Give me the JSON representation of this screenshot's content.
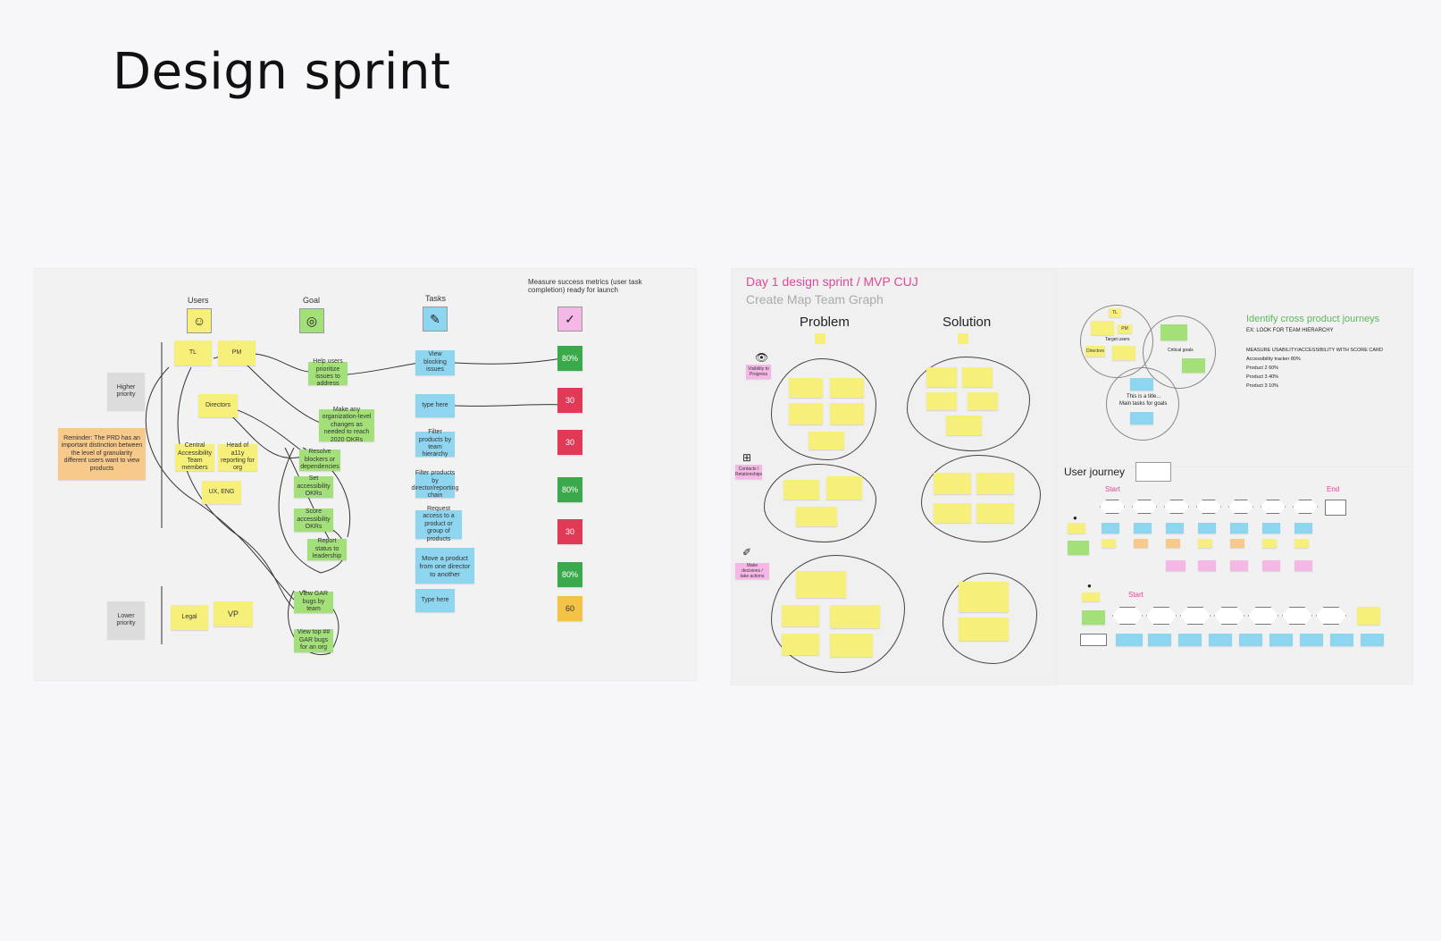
{
  "page": {
    "title": "Design sprint"
  },
  "board1": {
    "col_users": "Users",
    "col_goal": "Goal",
    "col_tasks": "Tasks",
    "col_metrics": "Measure success metrics (user task completion) ready for launch",
    "higher_priority": "Higher priority",
    "lower_priority": "Lower priority",
    "reminder": "Reminder: The PRD has an important distinction between the level of granularity different users want to view products",
    "users": [
      "TL",
      "PM",
      "Directors",
      "Central Accessibility Team members",
      "Head of a11y reporting for org",
      "UX, ENG",
      "Legal",
      "VP"
    ],
    "goals": [
      "Help users prioritize issues to address",
      "Make any organization-level changes as needed to reach 2020 OKRs",
      "Resolve blockers or dependencies",
      "Set accessibility OKRs",
      "Score accessibility OKRs",
      "Report status to leadership",
      "View GAR bugs by team",
      "View top ## GAR bugs for an org"
    ],
    "tasks": [
      "View blocking issues",
      "type here",
      "Filter products by team hierarchy",
      "Filter products by director/reporting chain",
      "Request access to a product or group of products",
      "Move a product from one director to another",
      "Type here"
    ],
    "metrics": [
      "80%",
      "30",
      "30",
      "80%",
      "30",
      "80%",
      "60"
    ]
  },
  "board2": {
    "title_day": "Day 1 design sprint",
    "title_cuj": "/ MVP CUJ",
    "subtitle": "Create Map Team Graph",
    "problem": "Problem",
    "solution": "Solution",
    "row_labels": [
      "Visibility to Progress",
      "Contacts / Relationships",
      "Make decisions / take actions"
    ]
  },
  "board3": {
    "title": "Identify cross product journeys",
    "subtitle": "EX: LOOK FOR TEAM HIERARCHY",
    "measure": "MEASURE USABILITY/ACCESSIBILITY WITH SCORE CARD",
    "rows": [
      "Accessibility tracker 80%",
      "Product 2 60%",
      "Product 3 40%",
      "Product 3 10%"
    ],
    "venn_labels": [
      "TL",
      "PM",
      "Target users",
      "Directors",
      "Critical goals",
      "This is a title...",
      "Main tasks for goals"
    ]
  },
  "board4": {
    "title": "User journey",
    "start": "Start",
    "end": "End",
    "start2": "Start"
  },
  "colors": {
    "yellow": "#f6f07a",
    "green": "#a4e07a",
    "blue": "#8ed6ef",
    "pink": "#f5b8e6",
    "red": "#e03a57",
    "accent_pink": "#e0489a"
  }
}
